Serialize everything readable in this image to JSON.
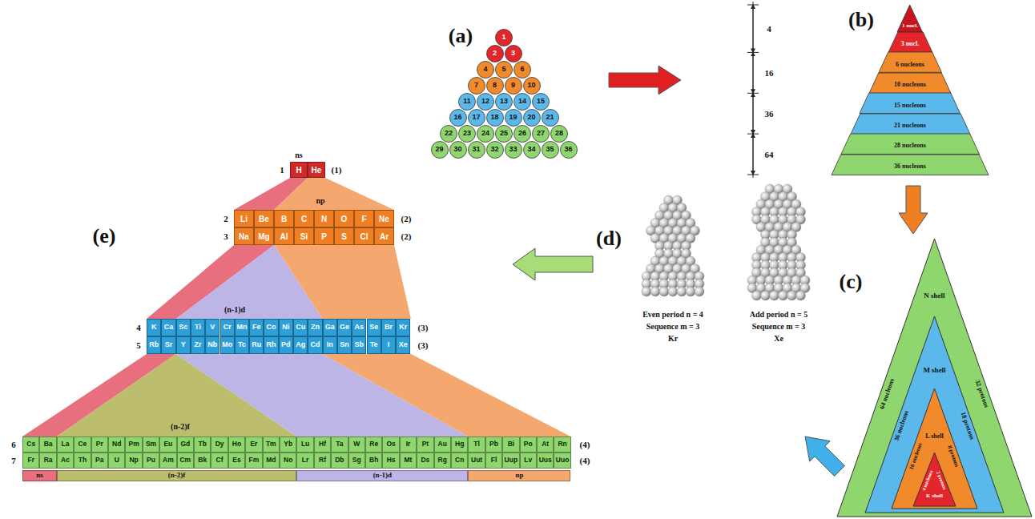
{
  "diagram": {
    "nodes": [
      {
        "text": [
          "1"
        ]
      },
      {
        "text": [
          "2"
        ]
      },
      {
        "text": [
          "3"
        ]
      },
      {
        "text": [
          "4"
        ]
      },
      {
        "text": [
          "5"
        ]
      },
      {
        "text": [
          "6"
        ]
      },
      {
        "text": [
          "7"
        ]
      },
      {
        "text": [
          "8"
        ]
      },
      {
        "text": [
          "9"
        ]
      },
      {
        "text": [
          "10"
        ]
      },
      {
        "text": [
          "11"
        ]
      },
      {
        "text": [
          "12"
        ]
      },
      {
        "text": [
          "13"
        ]
      },
      {
        "text": [
          "14"
        ]
      },
      {
        "text": [
          "15"
        ]
      },
      {
        "text": [
          "16"
        ]
      },
      {
        "text": [
          "17"
        ]
      },
      {
        "text": [
          "18"
        ]
      },
      {
        "text": [
          "19"
        ]
      },
      {
        "text": [
          "20"
        ]
      },
      {
        "text": [
          "21"
        ]
      },
      {
        "text": [
          "22"
        ]
      },
      {
        "text": [
          "23"
        ]
      },
      {
        "text": [
          "24"
        ]
      },
      {
        "text": [
          "25"
        ]
      },
      {
        "text": [
          "26"
        ]
      },
      {
        "text": [
          "27"
        ]
      },
      {
        "text": [
          "28"
        ]
      },
      {
        "text": [
          "29"
        ]
      },
      {
        "text": [
          "30"
        ]
      },
      {
        "text": [
          "31"
        ]
      },
      {
        "text": [
          "32"
        ]
      },
      {
        "text": [
          "33"
        ]
      },
      {
        "text": [
          "34"
        ]
      },
      {
        "text": [
          "35"
        ]
      },
      {
        "text": [
          "36"
        ]
      },
      {
        "text": [
          "1 nucl."
        ]
      },
      {
        "text": [
          "3 nucl."
        ]
      },
      {
        "text": [
          "6 nucleons"
        ]
      },
      {
        "text": [
          "10 nucleons"
        ]
      },
      {
        "text": [
          "15 nucleons"
        ]
      },
      {
        "text": [
          "21 nucleons"
        ]
      },
      {
        "text": [
          "28 nucleons"
        ]
      },
      {
        "text": [
          "36 nucleons"
        ]
      },
      {
        "text": [
          "N shell",
          "64 nucleons",
          "32 protons"
        ]
      },
      {
        "text": [
          "M shell",
          "36 nucleons",
          "18 protons"
        ],
        "in": 44
      },
      {
        "text": [
          "L shell",
          "16 nucleons",
          "8 protons"
        ],
        "in": 45
      },
      {
        "text": [
          "K shell",
          "4 nucleons",
          "2 protons"
        ],
        "in": 46
      }
    ],
    "labels": [
      "(a)",
      "4",
      "16",
      "36",
      "64",
      "(b)",
      "(c)",
      "(d)",
      "Even period n = 4",
      "Sequence m = 3",
      "Kr",
      "Add period n = 5",
      "Sequence m = 3",
      "Xe",
      "(e)",
      "ns",
      "1",
      "H",
      "He",
      "(1)",
      "np",
      "2",
      "Li",
      "Be",
      "B",
      "C",
      "N",
      "O",
      "F",
      "Ne",
      "(2)",
      "3",
      "Na",
      "Mg",
      "Al",
      "Si",
      "P",
      "S",
      "Cl",
      "Ar",
      "(2)",
      "(n-1)d",
      "4",
      "K",
      "Ca",
      "Sc",
      "Ti",
      "V",
      "Cr",
      "Mn",
      "Fe",
      "Co",
      "Ni",
      "Cu",
      "Zn",
      "Ga",
      "Ge",
      "As",
      "Se",
      "Br",
      "Kr",
      "(3)",
      "5",
      "Rb",
      "Sr",
      "Y",
      "Zr",
      "Nb",
      "Mo",
      "Tc",
      "Ru",
      "Rh",
      "Pd",
      "Ag",
      "Cd",
      "In",
      "Sn",
      "Sb",
      "Te",
      "I",
      "Xe",
      "(3)",
      "(n-2)f",
      "6",
      "Cs",
      "Ba",
      "La",
      "Ce",
      "Pr",
      "Nd",
      "Pm",
      "Sm",
      "Eu",
      "Gd",
      "Tb",
      "Dy",
      "Ho",
      "Er",
      "Tm",
      "Yb",
      "Lu",
      "Hf",
      "Ta",
      "W",
      "Re",
      "Os",
      "Ir",
      "Pt",
      "Au",
      "Hg",
      "Tl",
      "Pb",
      "Bi",
      "Po",
      "At",
      "Rn",
      "(4)",
      "7",
      "Fr",
      "Ra",
      "Ac",
      "Th",
      "Pa",
      "U",
      "Np",
      "Pu",
      "Am",
      "Cm",
      "Bk",
      "Cf",
      "Es",
      "Fm",
      "Md",
      "No",
      "Lr",
      "Rf",
      "Db",
      "Sg",
      "Bh",
      "Hs",
      "Mt",
      "Ds",
      "Rg",
      "Cn",
      "Uut",
      "Fl",
      "Uup",
      "Lv",
      "Uus",
      "Uuo",
      "(4)",
      "ns",
      "(n-2)f",
      "(n-1)d",
      "np"
    ]
  }
}
